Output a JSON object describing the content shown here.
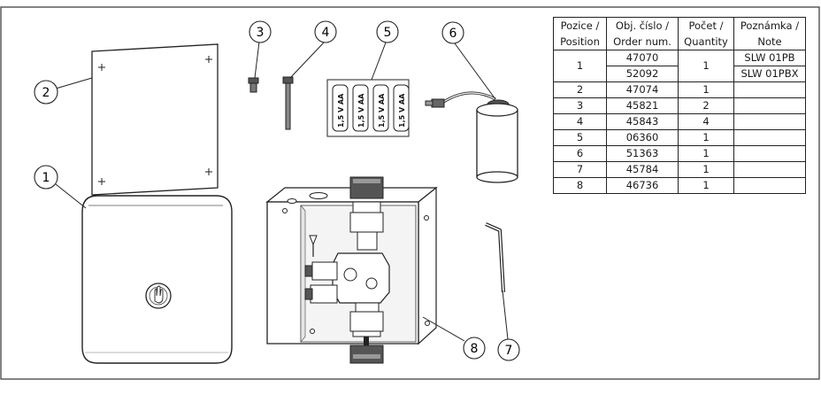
{
  "callouts": [
    "1",
    "2",
    "3",
    "4",
    "5",
    "6",
    "7",
    "8"
  ],
  "battery_label": "1,5 V AA",
  "table": {
    "headers": [
      [
        "Pozice /",
        "Position"
      ],
      [
        "Obj. číslo /",
        "Order num."
      ],
      [
        "Počet /",
        "Quantity"
      ],
      [
        "Poznámka /",
        "Note"
      ]
    ],
    "rows": [
      {
        "pos": "1",
        "orders": [
          "47070",
          "52092"
        ],
        "qty": "1",
        "notes": [
          "SLW 01PB",
          "SLW 01PBX"
        ]
      },
      {
        "pos": "2",
        "orders": [
          "47074"
        ],
        "qty": "1",
        "notes": [
          ""
        ]
      },
      {
        "pos": "3",
        "orders": [
          "45821"
        ],
        "qty": "2",
        "notes": [
          ""
        ]
      },
      {
        "pos": "4",
        "orders": [
          "45843"
        ],
        "qty": "4",
        "notes": [
          ""
        ]
      },
      {
        "pos": "5",
        "orders": [
          "06360"
        ],
        "qty": "1",
        "notes": [
          ""
        ]
      },
      {
        "pos": "6",
        "orders": [
          "51363"
        ],
        "qty": "1",
        "notes": [
          ""
        ]
      },
      {
        "pos": "7",
        "orders": [
          "45784"
        ],
        "qty": "1",
        "notes": [
          ""
        ]
      },
      {
        "pos": "8",
        "orders": [
          "46736"
        ],
        "qty": "1",
        "notes": [
          ""
        ]
      }
    ]
  }
}
